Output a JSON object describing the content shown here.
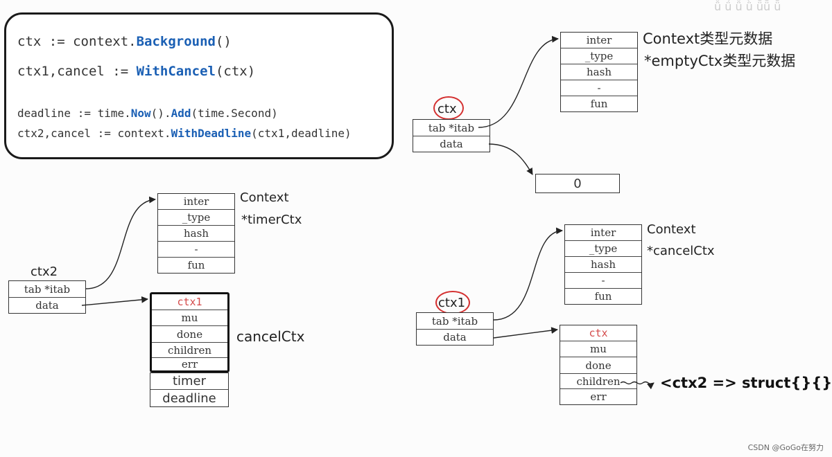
{
  "code": {
    "line1": {
      "a": "ctx := context.",
      "kw": "Background",
      "b": "()"
    },
    "line2": {
      "a": "ctx1,cancel := ",
      "kw": "WithCancel",
      "b": "(ctx)"
    },
    "line3": {
      "a": "deadline := time.",
      "kw1": "Now",
      "m": "().",
      "kw2": "Add",
      "b": "(time.Second)"
    },
    "line4": {
      "a": "ctx2,cancel := context.",
      "kw": "WithDeadline",
      "b": "(ctx1,deadline)"
    }
  },
  "ctx_group": {
    "var_label": "ctx",
    "iface_rows": [
      "tab *itab",
      "data"
    ],
    "itab_rows": [
      "inter",
      "_type",
      "hash",
      "-",
      "fun"
    ],
    "label1": "Context类型元数据",
    "label2": "*emptyCtx类型元数据",
    "value": "0"
  },
  "ctx1_group": {
    "var_label": "ctx1",
    "iface_rows": [
      "tab *itab",
      "data"
    ],
    "itab_rows": [
      "inter",
      "_type",
      "hash",
      "-",
      "fun"
    ],
    "label1": "Context",
    "label2": "*cancelCtx",
    "struct_rows": [
      "ctx",
      "mu",
      "done",
      "children",
      "err"
    ],
    "children_note": "<ctx2 => struct{}{}>"
  },
  "ctx2_group": {
    "var_label": "ctx2",
    "iface_rows": [
      "tab *itab",
      "data"
    ],
    "itab_rows": [
      "inter",
      "_type",
      "hash",
      "-",
      "fun"
    ],
    "label1": "Context",
    "label2": "*timerCtx",
    "cancel_rows": [
      "ctx1",
      "mu",
      "done",
      "children",
      "err"
    ],
    "cancel_label": "cancelCtx",
    "timer_rows": [
      "timer",
      "deadline"
    ]
  },
  "top_strip": "ǚ ǘ ǚ ǜ  ǖǖ ǖ",
  "watermark": "CSDN @GoGo在努力",
  "colors": {
    "keyword": "#1a5fb4",
    "highlight": "#d44a4a",
    "circle": "#d43030"
  }
}
